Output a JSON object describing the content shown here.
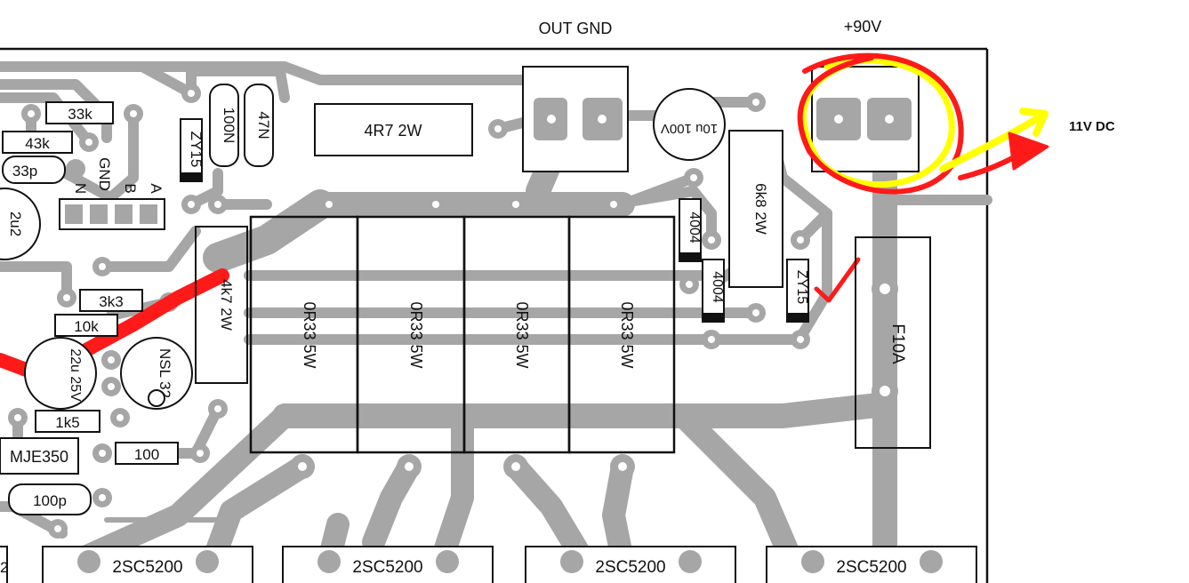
{
  "header": {
    "out_gnd": "OUT GND",
    "plus90v": "+90V"
  },
  "annotation": {
    "note": "11V DC",
    "highlight_colors": [
      "#ff0000",
      "#ffff00"
    ]
  },
  "colors": {
    "track": "#a6a6a6",
    "outline": "#111111",
    "mark_red": "#ff1a1a",
    "mark_yellow": "#ffff00"
  },
  "components": {
    "r33k": "33k",
    "r43k": "43k",
    "c33p": "33p",
    "c2u2": "2u2",
    "zy15_left": "ZY15",
    "c100n": "100N",
    "c47n": "47N",
    "r4r7": "4R7 2W",
    "cap10u": "10u 100V",
    "r6k8": "6k8 2W",
    "d4004_a": "4004",
    "d4004_b": "4004",
    "zy15_right": "ZY15",
    "fuse": "F10A",
    "r4k7": "4k7 2W",
    "r0r33_1": "0R33 5W",
    "r0r33_2": "0R33 5W",
    "r0r33_3": "0R33 5W",
    "r0r33_4": "0R33 5W",
    "r3k3": "3k3",
    "r10k": "10k",
    "c22u": "22u 25V",
    "nsl32": "NSL 32",
    "r1k5": "1k5",
    "r100": "100",
    "mje350": "MJE350",
    "c100p": "100p",
    "q1": "2SC5200",
    "q2": "2SC5200",
    "q3": "2SC5200",
    "q4": "2SC5200",
    "left_edge": "2"
  },
  "connector": {
    "labels": [
      "N",
      "GND",
      "B",
      "A"
    ]
  }
}
